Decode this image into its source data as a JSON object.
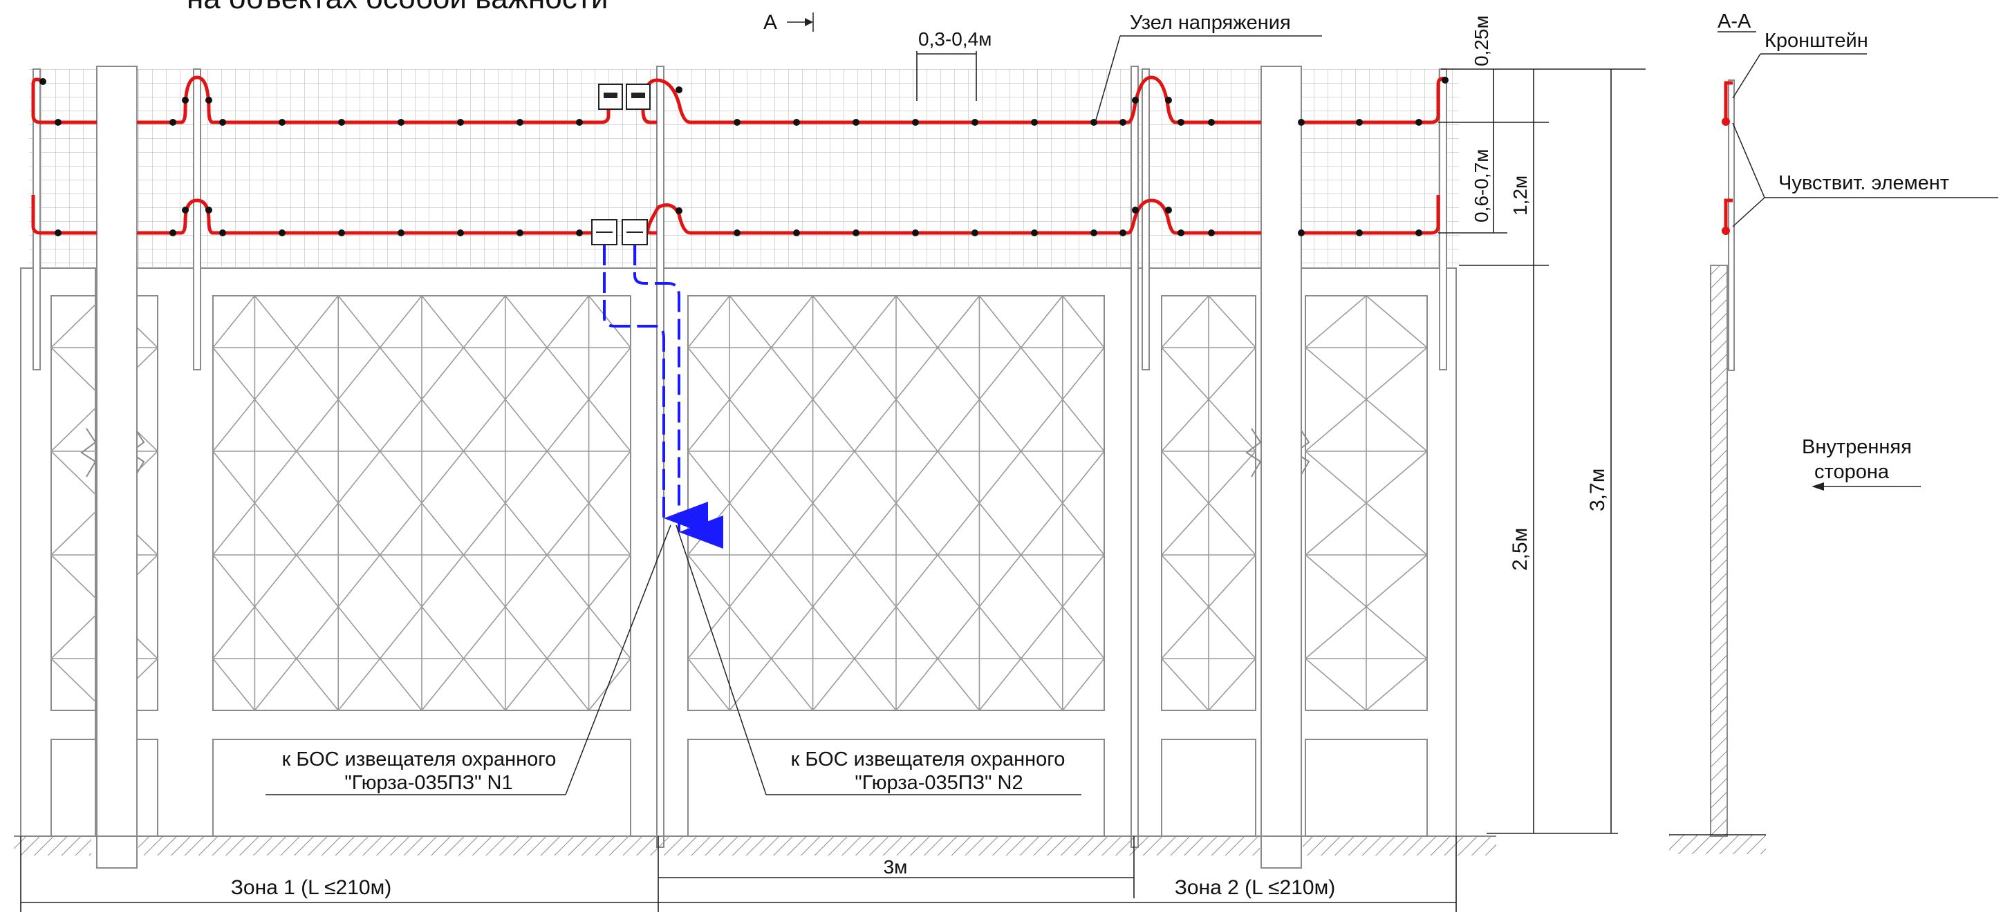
{
  "title_fragment": "на объектах особой важности",
  "section_marker": "А",
  "section_view_label": "А-А",
  "labels": {
    "spacing_top": "0,3-0,4м",
    "tension_node": "Узел напряжения",
    "bracket": "Кронштейн",
    "sensing_element": "Чувствит. элемент",
    "inner_side_line1": "Внутренняя",
    "inner_side_line2": "сторона"
  },
  "dimensions": {
    "top_offset": "0,25м",
    "wire_gap": "0,6-0,7м",
    "mesh_height": "1,2м",
    "fence_height": "2,5м",
    "total_height": "3,7м",
    "post_spacing": "3м"
  },
  "zones": [
    {
      "label": "Зона 1 (L ≤210м)"
    },
    {
      "label": "Зона 2 (L ≤210м)"
    }
  ],
  "callouts": [
    {
      "line1": "к БОС извещателя охранного",
      "line2": "\"Гюрза-035ПЗ\"   N1"
    },
    {
      "line1": "к БОС извещателя охранного",
      "line2": "\"Гюрза-035ПЗ\"   N2"
    }
  ],
  "colors": {
    "sensing_wire": "#e11414",
    "cable": "#1a1aff",
    "mesh": "#c8c8c8",
    "structure": "#8a8a8a",
    "ink": "#222222"
  }
}
